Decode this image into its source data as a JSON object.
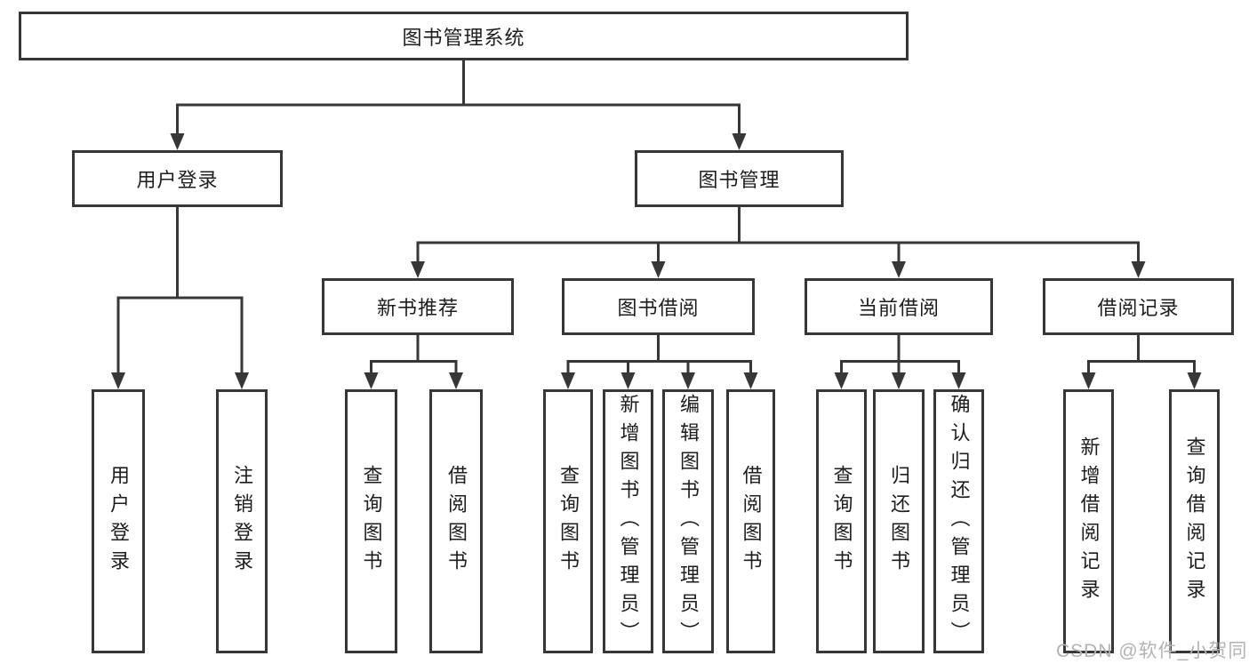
{
  "tree": {
    "label": "图书管理系统",
    "children": [
      {
        "label": "用户登录",
        "children": [
          {
            "label": "用户登录"
          },
          {
            "label": "注销登录"
          }
        ]
      },
      {
        "label": "图书管理",
        "children": [
          {
            "label": "新书推荐",
            "children": [
              {
                "label": "查询图书"
              },
              {
                "label": "借阅图书"
              }
            ]
          },
          {
            "label": "图书借阅",
            "children": [
              {
                "label": "查询图书"
              },
              {
                "label": "新增图书（管理员）"
              },
              {
                "label": "编辑图书（管理员）"
              },
              {
                "label": "借阅图书"
              }
            ]
          },
          {
            "label": "当前借阅",
            "children": [
              {
                "label": "查询图书"
              },
              {
                "label": "归还图书"
              },
              {
                "label": "确认归还（管理员）"
              }
            ]
          },
          {
            "label": "借阅记录",
            "children": [
              {
                "label": "新增借阅记录"
              },
              {
                "label": "查询借阅记录"
              }
            ]
          }
        ]
      }
    ]
  },
  "watermark": {
    "text": "CSDN @软件_小贺同学"
  },
  "colors": {
    "line": "#373737",
    "box_border": "#373737",
    "box_background": "#ffffff",
    "text": "#1d1d1d",
    "watermark": "#b3b3b3"
  }
}
